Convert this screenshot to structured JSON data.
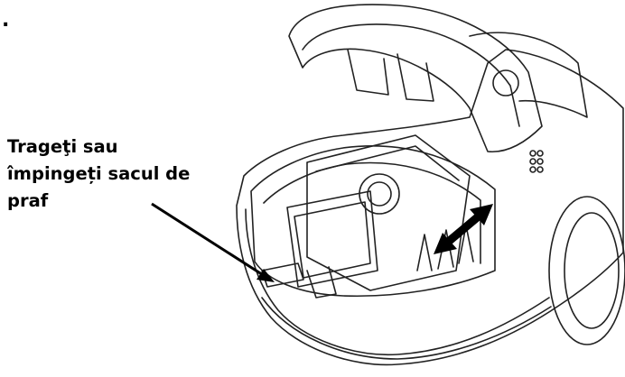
{
  "page": {
    "leading_mark": ".",
    "instruction_lines": [
      "Trageţi sau",
      "împingeți sacul de",
      "praf"
    ]
  },
  "icons": {
    "pointer_arrow": "arrow-pointer-icon",
    "push_pull_arrow": "double-arrow-icon"
  },
  "colors": {
    "ink": "#000000",
    "background": "#ffffff"
  }
}
